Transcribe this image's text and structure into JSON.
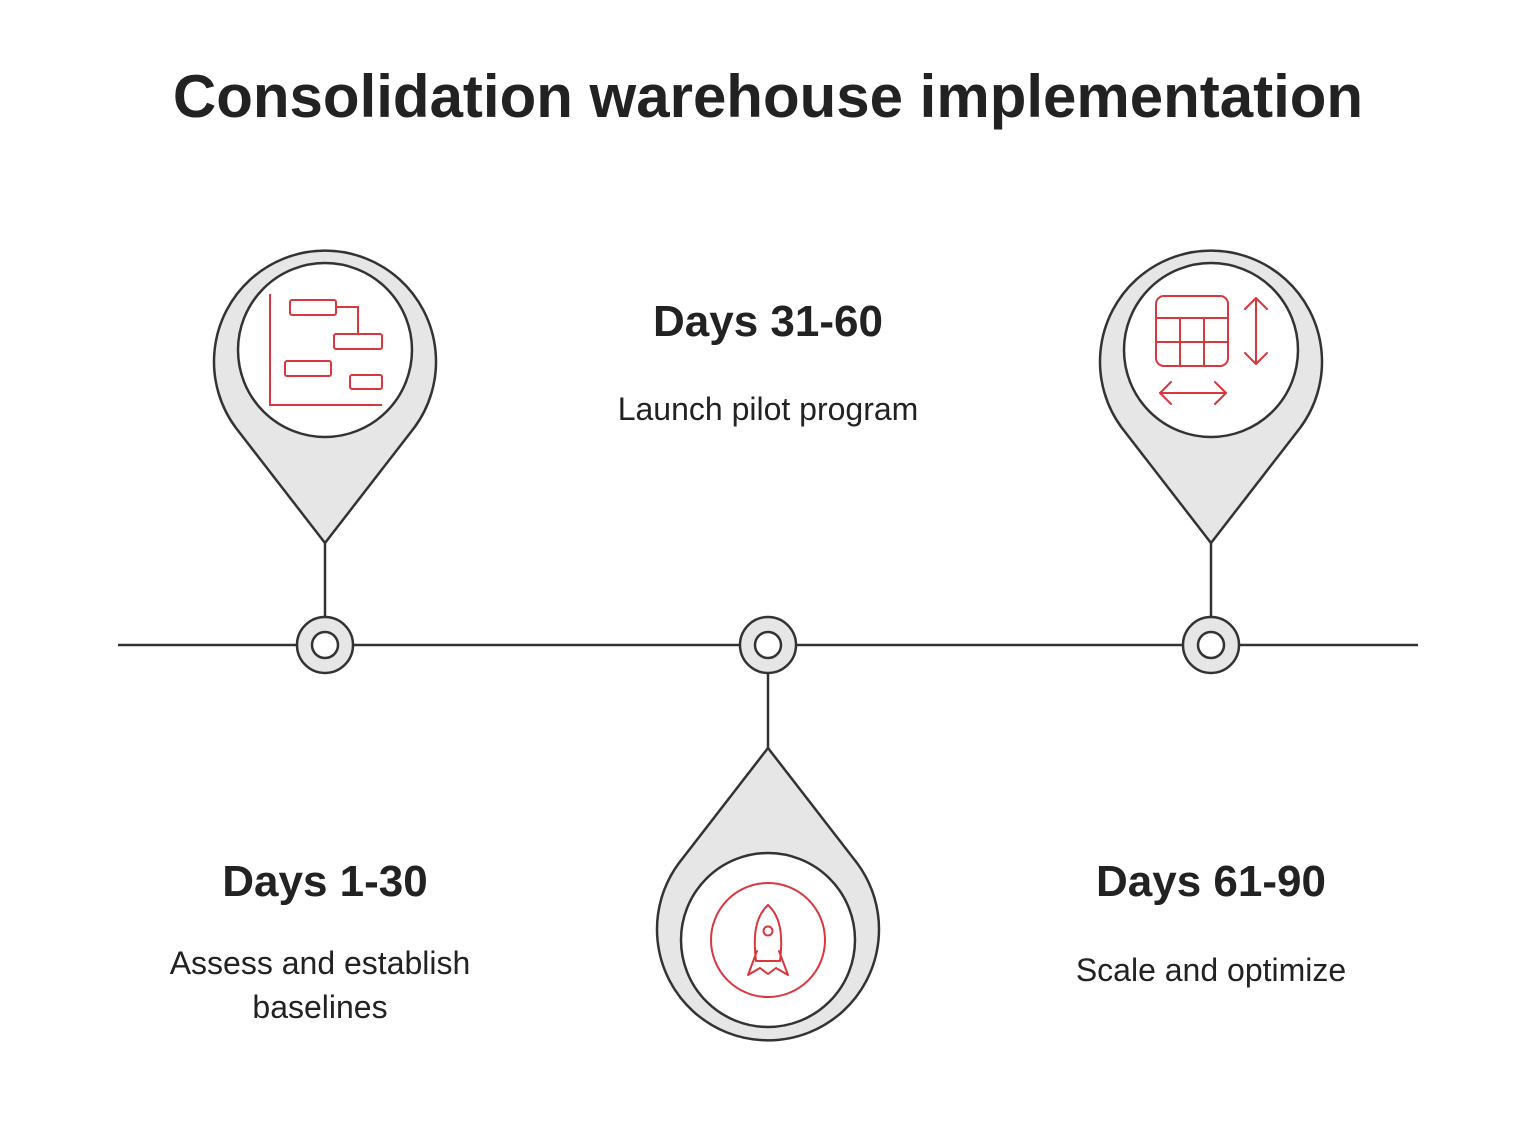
{
  "title": "Consolidation warehouse implementation",
  "colors": {
    "accent": "#d9363e",
    "pin_fill": "#e6e6e6",
    "stroke": "#333333"
  },
  "phases": [
    {
      "title": "Days 1-30",
      "description": "Assess and establish baselines",
      "icon": "gantt-chart-icon"
    },
    {
      "title": "Days 31-60",
      "description": "Launch pilot program",
      "icon": "rocket-icon"
    },
    {
      "title": "Days 61-90",
      "description": "Scale and optimize",
      "icon": "resize-table-icon"
    }
  ]
}
